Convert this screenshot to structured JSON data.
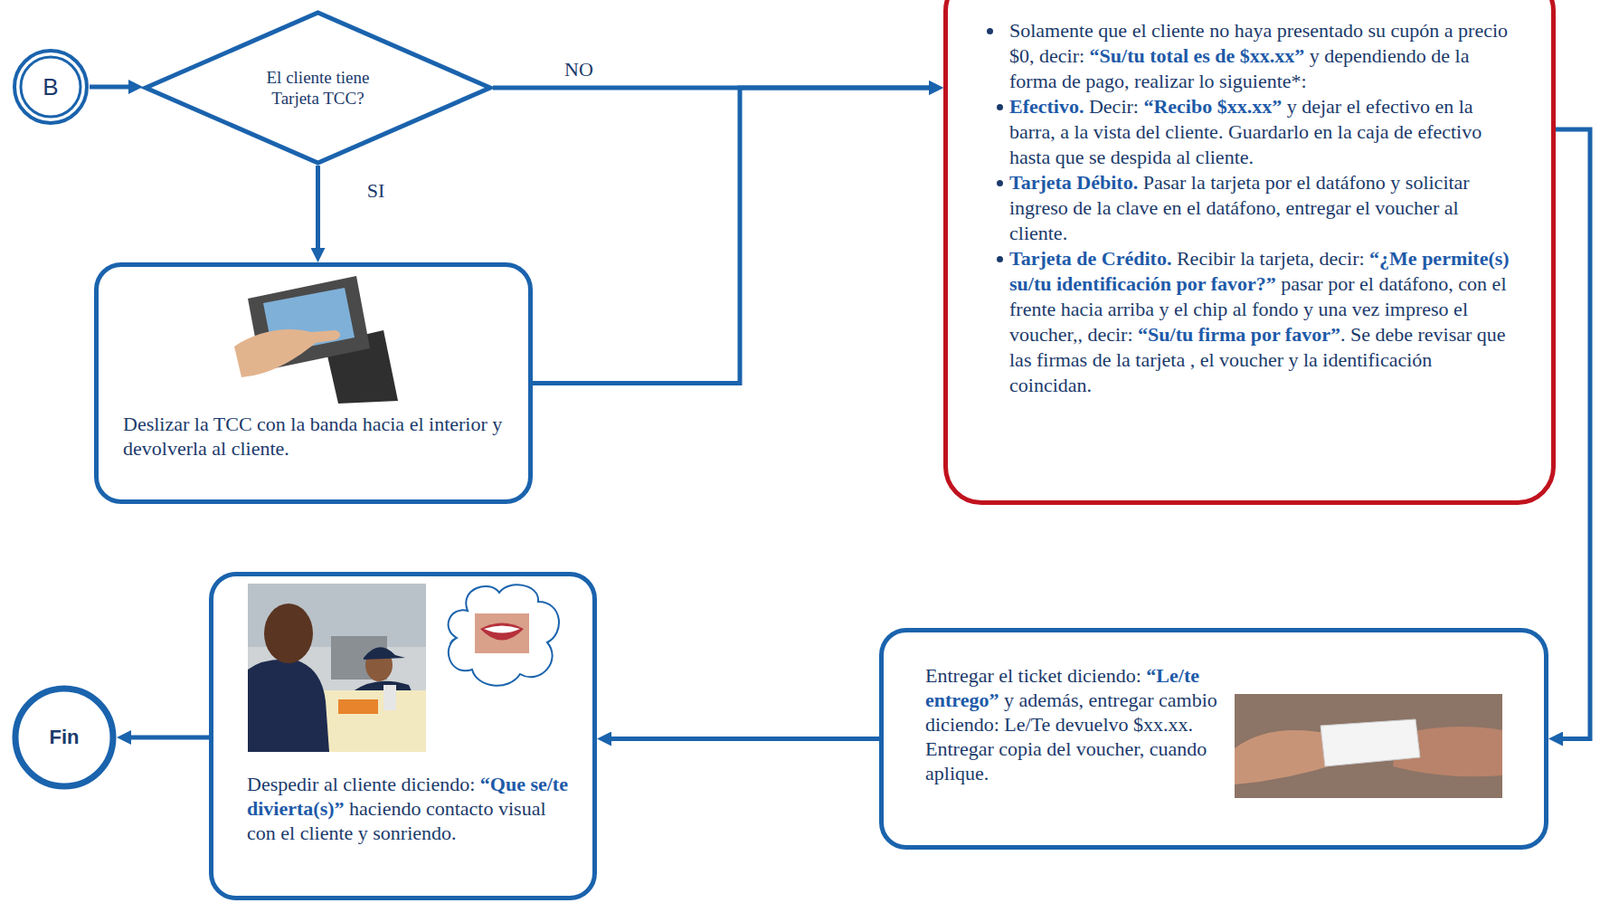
{
  "diagram": {
    "nodes": [
      {
        "text": [
          "B"
        ]
      },
      {
        "text": [
          "El cliente tiene Tarjeta TCC?"
        ]
      },
      {
        "text": [
          "Deslizar la TCC con la banda hacia el interior y devolverla al cliente."
        ]
      },
      {
        "text": [
          "Solamente que el cliente no haya presentado su cupón a precio $0, decir: “Su/tu total es de $xx.xx” y dependiendo de la forma de pago, realizar lo siguiente*:",
          "Efectivo. Decir: “Recibo $xx.xx” y dejar el efectivo en la barra, a la vista del cliente. Guardarlo en la caja de efectivo hasta que se despida al cliente.",
          "Tarjeta Débito. Pasar la tarjeta por el datáfono y solicitar ingreso de la clave en el datáfono, entregar el voucher al cliente.",
          "Tarjeta de Crédito. Recibir la tarjeta, decir: “¿Me permite(s) su/tu identificación por favor?” pasar por el datáfono, con el frente hacia arriba y el chip al fondo y una vez impreso el voucher,, decir: “Su/tu firma por favor”. Se debe revisar que las firmas de la tarjeta , el voucher y la identificación coincidan."
        ]
      },
      {
        "text": [
          "Entregar el ticket diciendo: “Le/te entrego” y además, entregar cambio diciendo: Le/Te devuelvo $xx.xx. Entregar copia del voucher, cuando aplique."
        ]
      },
      {
        "text": [
          "Despedir al cliente diciendo: “Que se/te divierta(s)” haciendo contacto visual con el cliente y sonriendo."
        ]
      },
      {
        "text": [
          "Fin"
        ]
      }
    ],
    "edges": [
      {
        "from": 0,
        "to": 1,
        "arrow": "to"
      },
      {
        "from": 1,
        "to": 3,
        "label": "NO",
        "arrow": "to"
      },
      {
        "from": 1,
        "to": 2,
        "label": "SI",
        "arrow": "to"
      },
      {
        "from": 2,
        "to": 3,
        "arrow": "to"
      },
      {
        "from": 3,
        "to": 4,
        "arrow": "to"
      },
      {
        "from": 4,
        "to": 5,
        "arrow": "to"
      },
      {
        "from": 5,
        "to": 6,
        "arrow": "to"
      }
    ]
  }
}
